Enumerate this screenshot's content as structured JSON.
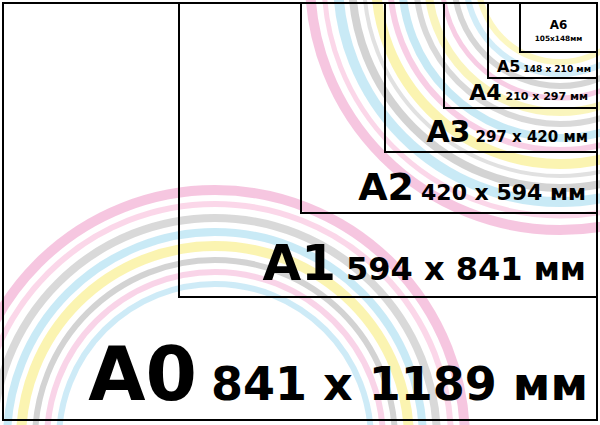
{
  "diagram": {
    "nodes": [
      {
        "text": [
          "A0",
          "841 x 1189 мм"
        ]
      },
      {
        "text": [
          "A1",
          "594 x 841 мм"
        ],
        "in": 0
      },
      {
        "text": [
          "A2",
          "420 x 594 мм"
        ],
        "in": 1
      },
      {
        "text": [
          "A3",
          "297 x 420 мм"
        ],
        "in": 2
      },
      {
        "text": [
          "A4",
          "210 x 297 мм"
        ],
        "in": 3
      },
      {
        "text": [
          "A5",
          "148 x 210 мм"
        ],
        "in": 4
      },
      {
        "text": [
          "A6",
          "105x148мм"
        ],
        "in": 5
      }
    ]
  }
}
